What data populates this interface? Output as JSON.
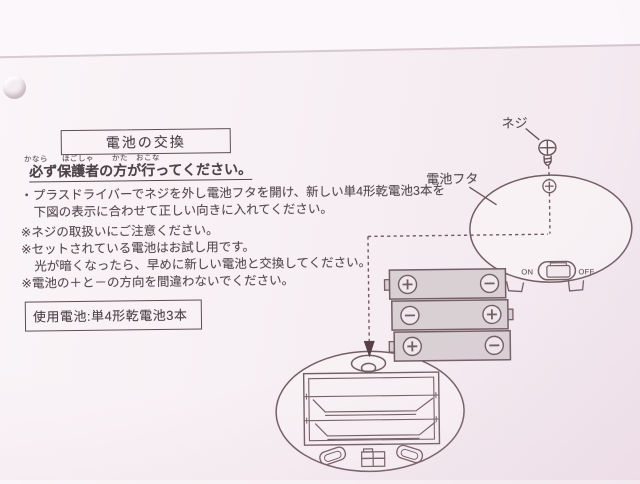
{
  "document": {
    "title": "電池の交換",
    "notice": {
      "segments": [
        {
          "text": "必",
          "furigana": "かなら"
        },
        {
          "text": "ず",
          "furigana": ""
        },
        {
          "text": "保護者",
          "furigana": "ほごしゃ"
        },
        {
          "text": "の",
          "furigana": ""
        },
        {
          "text": "方",
          "furigana": "かた"
        },
        {
          "text": "が",
          "furigana": ""
        },
        {
          "text": "行",
          "furigana": "おこな"
        },
        {
          "text": "ってください。",
          "furigana": ""
        }
      ]
    },
    "instructions": [
      {
        "indent": false,
        "text": "・プラスドライバーでネジを外し電池フタを開け、新しい単4形乾電池3本を"
      },
      {
        "indent": true,
        "text": "下図の表示に合わせて正しい向きに入れてください。"
      },
      {
        "indent": false,
        "text": "※ネジの取扱いにご注意ください。"
      },
      {
        "indent": false,
        "text": "※セットされている電池はお試し用です。"
      },
      {
        "indent": true,
        "text": "光が暗くなったら、早めに新しい電池と交換してください。"
      },
      {
        "indent": false,
        "text": "※電池の＋と－の方向を間違わないでください。"
      }
    ],
    "battery_spec": "使用電池:単4形乾電池3本"
  },
  "diagram": {
    "labels": {
      "screw": "ネジ",
      "cover": "電池フタ",
      "on": "ON",
      "off": "OFF"
    },
    "batteries": [
      {
        "left": "plus",
        "right": "minus",
        "nub": "left"
      },
      {
        "left": "minus",
        "right": "plus",
        "nub": "right"
      },
      {
        "left": "plus",
        "right": "minus",
        "nub": "left"
      }
    ]
  },
  "colors": {
    "paper": "#f9f3f6",
    "ink_line": "#6d575d",
    "ink_dark": "#4f383e",
    "battery_fill": "#d8cfd3",
    "terminal_fill": "#efe8ec"
  }
}
